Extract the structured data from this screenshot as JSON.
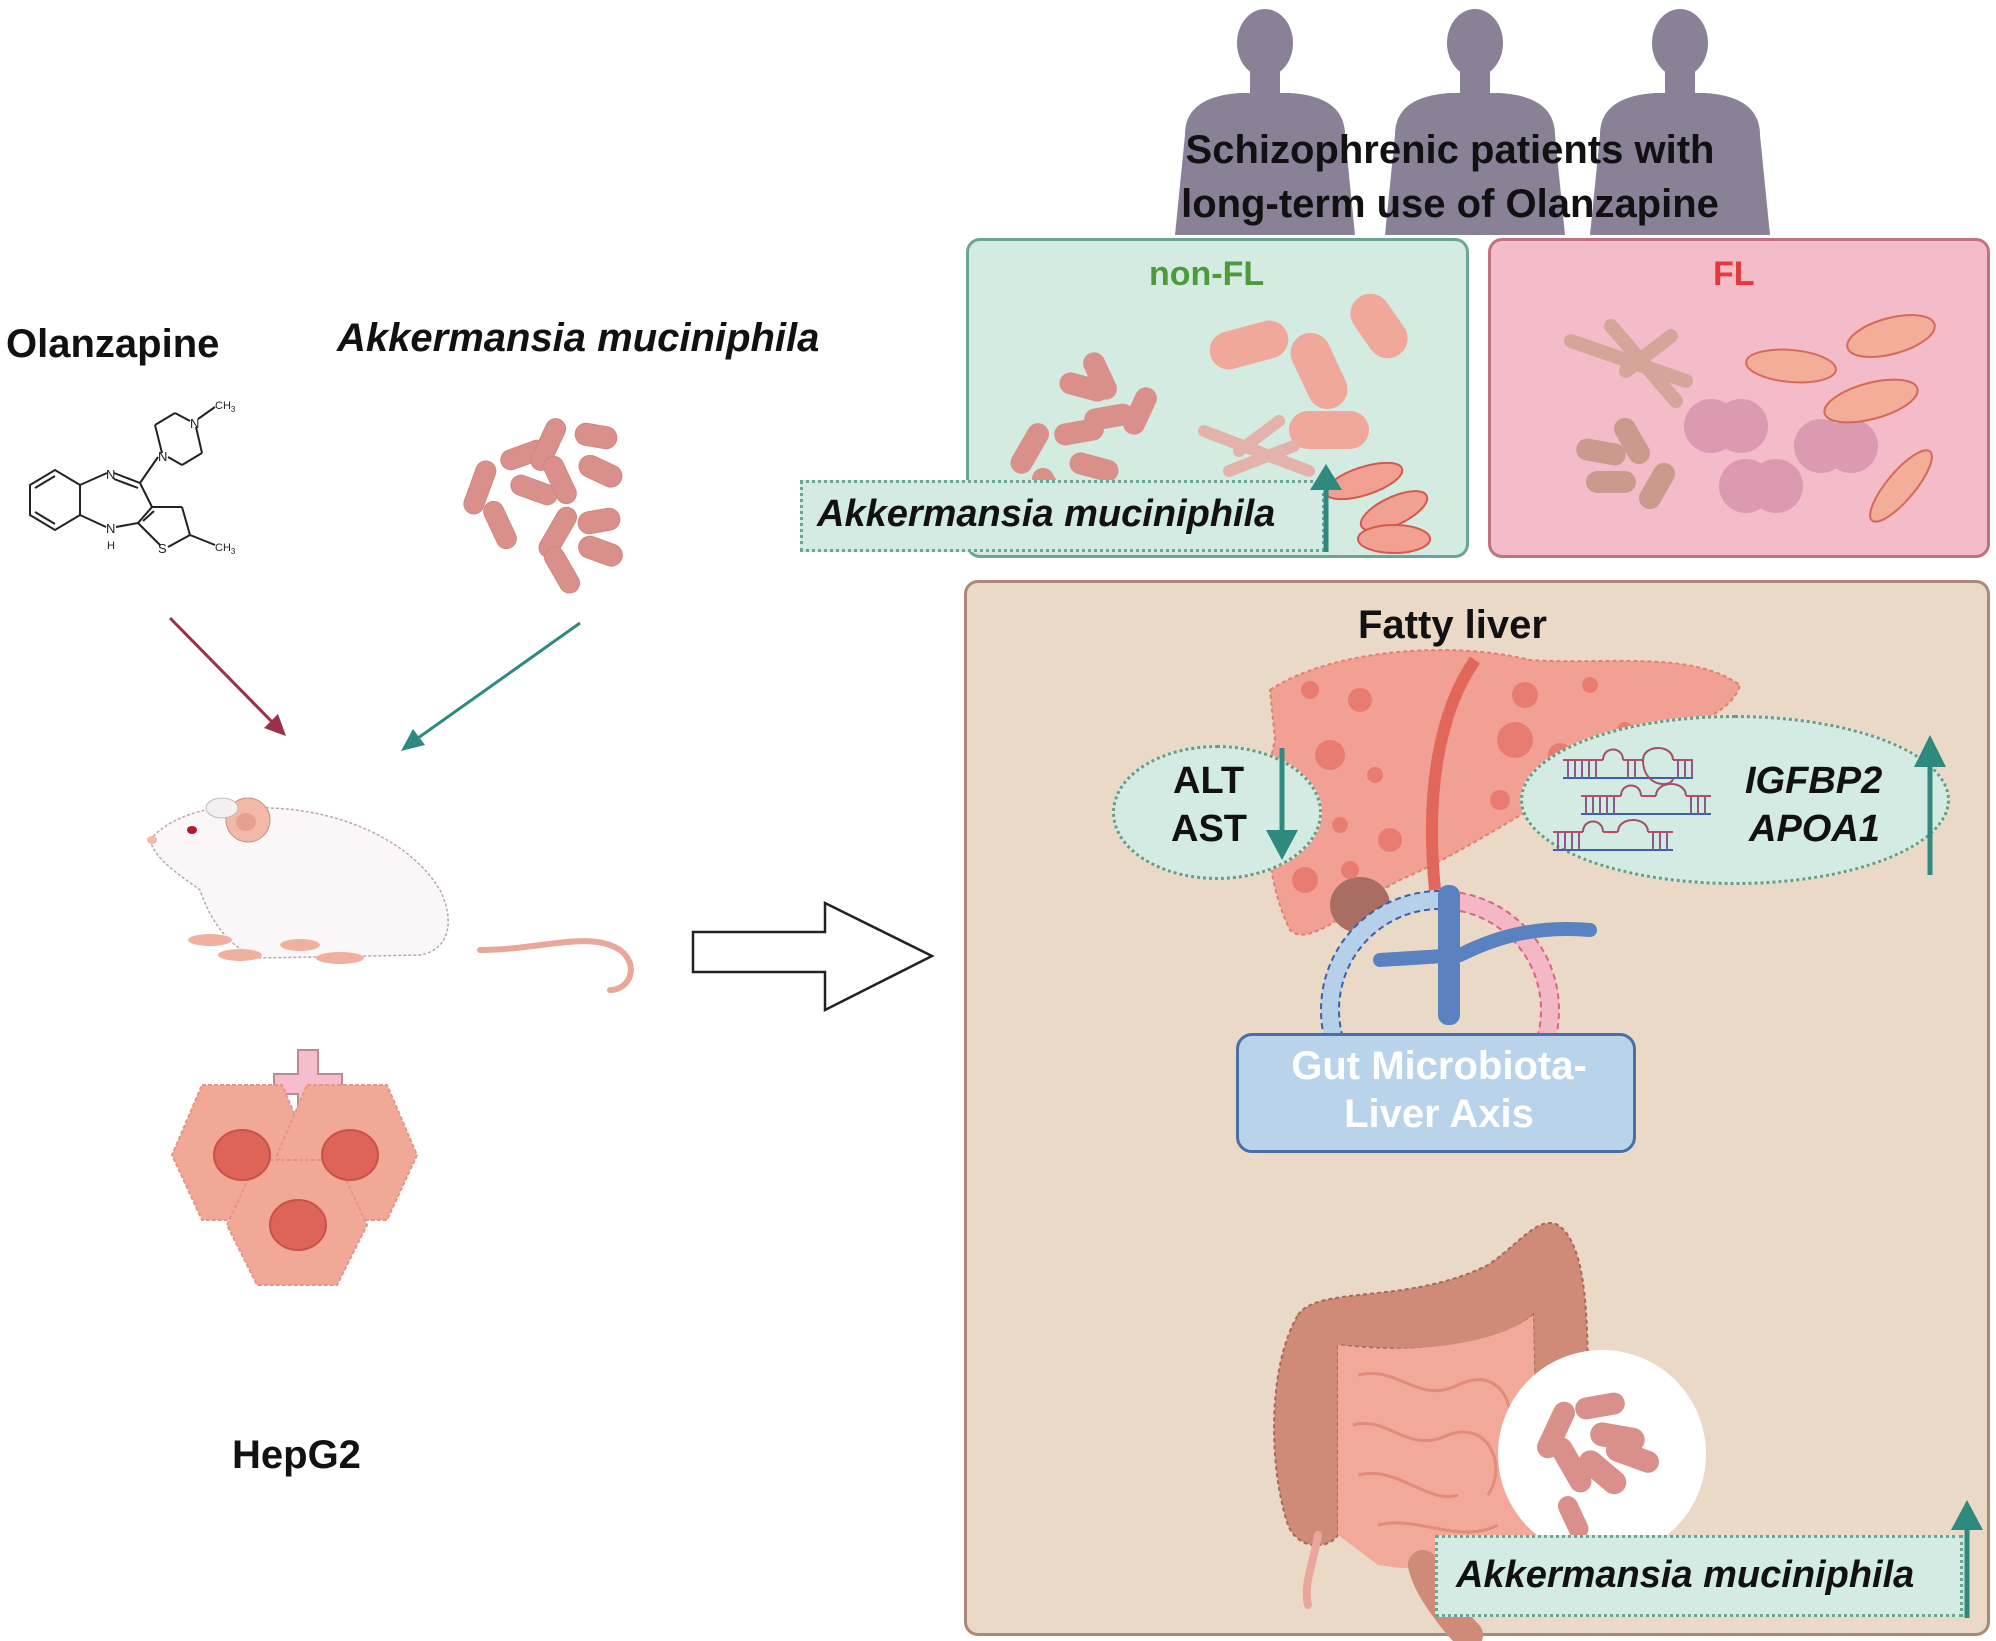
{
  "left": {
    "drug_label": "Olanzapine",
    "bacterium_label": "Akkermansia muciniphila",
    "molecule_atoms": {
      "n_top": "N",
      "ch3_top": "CH3",
      "n_ring": "N",
      "n_imine": "N",
      "nh_n": "N",
      "nh_h": "H",
      "s": "S",
      "ch3_bottom": "CH3"
    },
    "plus_symbol": "+",
    "cell_label": "HepG2"
  },
  "cohort": {
    "title_line1": "Schizophrenic patients with",
    "title_line2": "long-term use of Olanzapine"
  },
  "groups": [
    {
      "label": "non-FL",
      "color": "#4c9a3a",
      "bg": "#d4ebe2",
      "border": "#6aa596"
    },
    {
      "label": "FL",
      "color": "#e53838",
      "bg": "#f3bcc8",
      "border": "#c0737f"
    }
  ],
  "non_fl_badge": {
    "label": "Akkermansia muciniphila",
    "trend": "up"
  },
  "outcome_panel": {
    "title": "Fatty liver",
    "enzymes": {
      "line1": "ALT",
      "line2": "AST",
      "trend": "down"
    },
    "genes": {
      "line1": "IGFBP2",
      "line2": "APOA1",
      "trend": "up"
    },
    "axis_label_line1": "Gut Microbiota-",
    "axis_label_line2": "Liver Axis",
    "gut_badge": {
      "label": "Akkermansia muciniphila",
      "trend": "up"
    }
  },
  "colors": {
    "teal_arrow": "#2e8a7e",
    "maroon_arrow": "#9c2f4a",
    "bacteria": "#d9908a",
    "silhouette": "#8a8196",
    "outcome_bg": "#ead9c7",
    "outcome_border": "#a98a78",
    "axis_box": "#b9d3ea"
  }
}
